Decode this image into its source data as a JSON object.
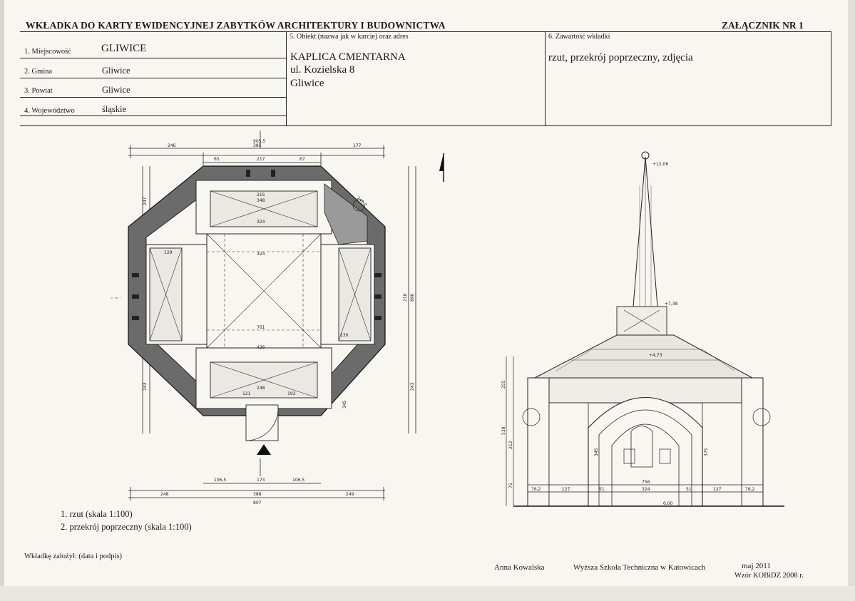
{
  "header": {
    "title": "WKŁADKA DO KARTY EWIDENCYJNEJ ZABYTKÓW ARCHITEKTURY I BUDOWNICTWA",
    "annex": "ZAŁĄCZNIK NR 1"
  },
  "fields": {
    "locality_label": "1. Miejscowość",
    "locality_value": "GLIWICE",
    "commune_label": "2. Gmina",
    "commune_value": "Gliwice",
    "county_label": "3. Powiat",
    "county_value": "Gliwice",
    "province_label": "4. Województwo",
    "province_value": "śląskie",
    "object_label": "5. Obiekt (nazwa jak w karcie) oraz adres",
    "object_name": "KAPLICA CMENTARNA",
    "object_street": "ul. Kozielska 8",
    "object_city": "Gliwice",
    "contents_label": "6. Zawartość wkładki",
    "contents_value": "rzut, przekrój poprzeczny, zdjęcia"
  },
  "captions": {
    "item1": "1. rzut (skala 1:100)",
    "item2": "2. przekrój poprzeczny (skala 1:100)"
  },
  "footer": {
    "founded_by": "Wkładkę założył: (data i podpis)",
    "author": "Anna Kowalska",
    "institution": "Wyższa Szkoła Techniczna w Katowicach",
    "date": "maj 2011",
    "template": "Wzór KOBiDZ 2008 r."
  },
  "plan_dims": {
    "top_total": "905,5",
    "top_left": "246",
    "top_mid": "385",
    "top_right": "177",
    "inner_65": "65",
    "inner_217": "217",
    "inner_67": "67",
    "bottom_total": "807",
    "bottom_left": "248",
    "bottom_mid": "388",
    "bottom_right": "249",
    "bottom_1065a": "106,5",
    "bottom_173": "173",
    "bottom_1065b": "106,5",
    "room_324a": "324",
    "room_324b": "324",
    "room_215": "215",
    "room_348": "348",
    "room_761": "761",
    "room_426": "426",
    "room_248": "248",
    "room_129": "129",
    "room_130": "130",
    "room_121": "121",
    "room_193": "193",
    "side_218": "218",
    "side_243a": "243",
    "side_243b": "243",
    "side_247": "247",
    "side_890": "890",
    "side_345": "345",
    "side_2412": "241,2"
  },
  "section_dims": {
    "elev_top": "+12,06",
    "elev_mid": "+7,38",
    "elev_low": "+4,73",
    "elev_zero": "0,00",
    "width_total": "756",
    "w_762a": "76,2",
    "w_127a": "127",
    "w_51a": "51",
    "w_324": "324",
    "w_51b": "51",
    "w_127b": "127",
    "w_762b": "76,2",
    "h_255": "255",
    "h_538": "538",
    "h_212": "212",
    "h_345": "345",
    "h_375": "375",
    "h_75": "75"
  }
}
